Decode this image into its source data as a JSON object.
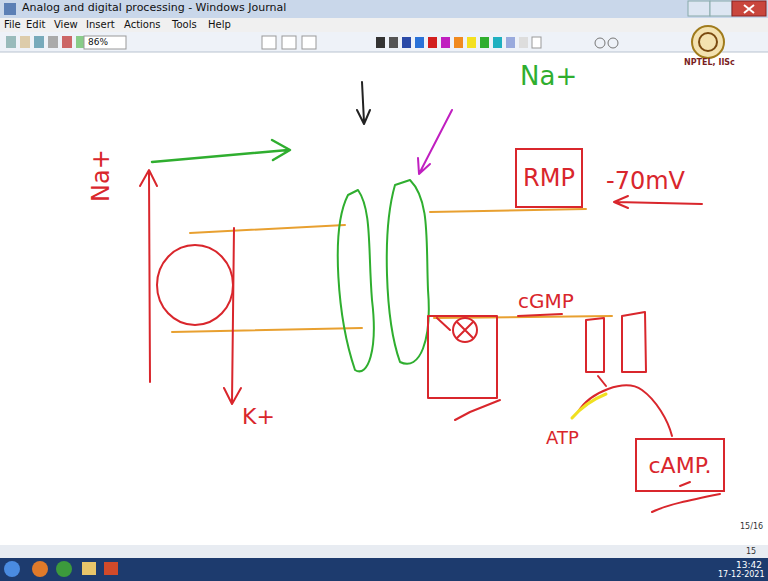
{
  "diagram": {
    "nodes": [
      {
        "text": [
          "RMP"
        ]
      },
      {
        "text": [
          "cAMP."
        ]
      }
    ],
    "labels": [
      "Analog and digital processing - Windows Journal",
      "File",
      "Edit",
      "View",
      "Insert",
      "Actions",
      "Tools",
      "Help",
      "86%",
      "NPTEL, IISc",
      "Na+",
      "K+",
      "Na+",
      "-70mV",
      "cGMP",
      "ATP",
      "15/16",
      "15",
      "13:42",
      "17-12-2021"
    ]
  }
}
